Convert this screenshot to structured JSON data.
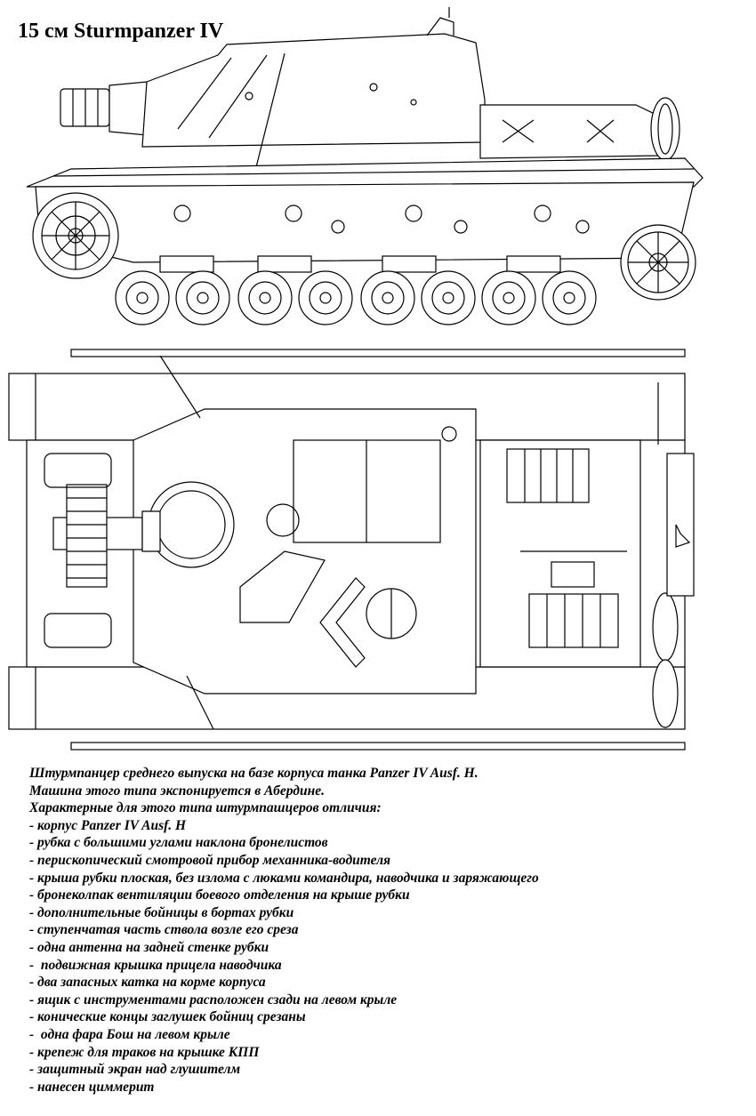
{
  "title": "15 см Sturmpanzer IV",
  "drawings": [
    {
      "name": "side-view",
      "icon": "tank-side-profile"
    },
    {
      "name": "top-view",
      "icon": "tank-top-plan"
    }
  ],
  "caption": {
    "intro": [
      "Штурмпанцер среднего выпуска на базе корпуса танка Panzer IV Ausf. H.",
      "Машина этого типа экспонируется в Абердине.",
      "Характерные для этого типа штурмпашцеров отличия:"
    ],
    "features": [
      "- корпус Panzer IV Ausf. H",
      "- рубка с большими углами наклона бронелистов",
      "- перископический смотровой прибор механника-водителя",
      "- крыша рубки плоская, без излома с люками командира, наводчика и заряжающего",
      "- бронеколпак вентиляции боевого отделения на крыше рубки",
      "- дополнительные бойницы в бортах рубки",
      "- ступенчатая часть ствола возле его среза",
      "- одна антенна на задней стенке рубки",
      "-  подвижная крышка прицела наводчика",
      "- два запасных катка на корме корпуса",
      "- ящик с инструментами расположен сзади на левом крыле",
      "- конические концы заглушек бойниц срезаны",
      "-  одна фара Бош на левом крыле",
      "- крепеж для траков на крышке КПП",
      "- защитный экран над глушителм",
      "- нанесен циммерит"
    ]
  }
}
